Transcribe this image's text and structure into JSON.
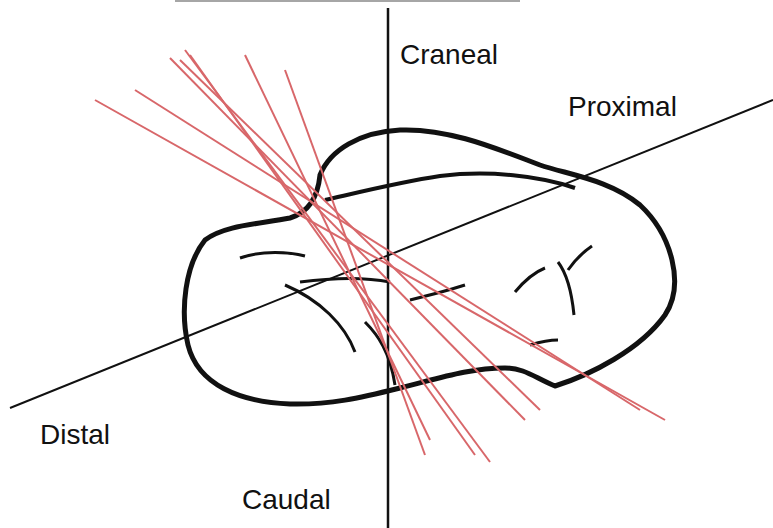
{
  "diagram": {
    "labels": [
      "Craneal",
      "Proximal",
      "Distal",
      "Caudal"
    ]
  }
}
